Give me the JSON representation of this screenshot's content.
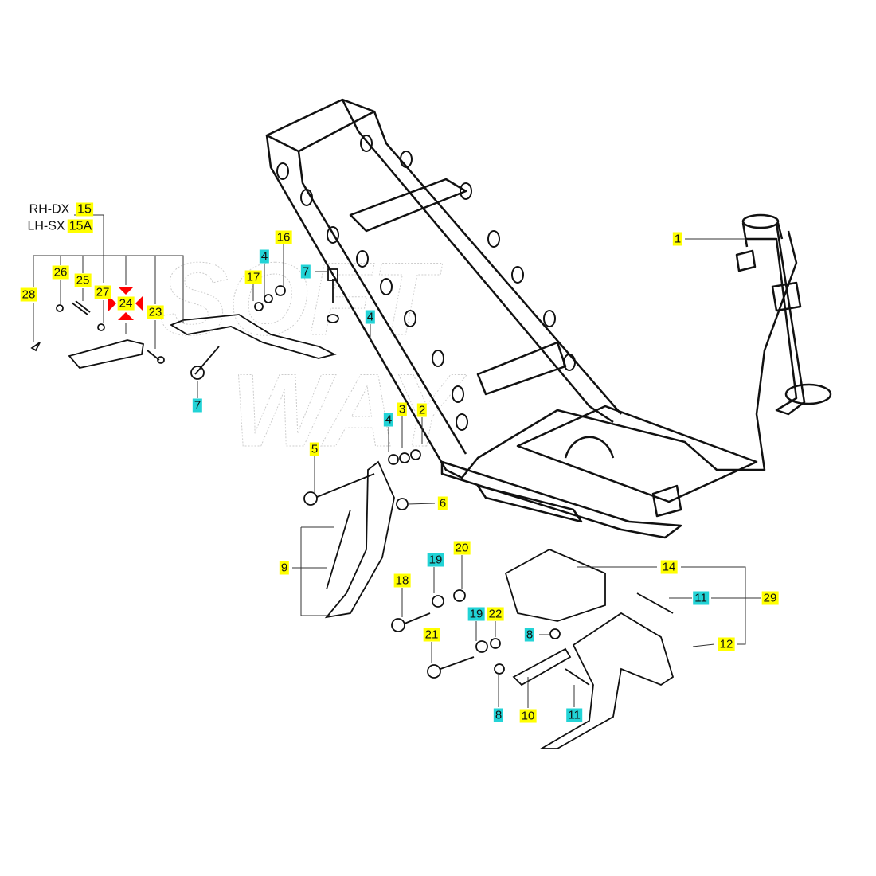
{
  "legend": {
    "rh_text": "RH-DX",
    "rh_code": "15",
    "lh_text": "LH-SX",
    "lh_code": "15A"
  },
  "labels": {
    "p1": "1",
    "p2": "2",
    "p3": "3",
    "p4a": "4",
    "p4b": "4",
    "p4c": "4",
    "p5": "5",
    "p6": "6",
    "p7a": "7",
    "p7b": "7",
    "p8a": "8",
    "p8b": "8",
    "p9": "9",
    "p10": "10",
    "p11a": "11",
    "p11b": "11",
    "p12": "12",
    "p14": "14",
    "p16": "16",
    "p17": "17",
    "p18": "18",
    "p19a": "19",
    "p19b": "19",
    "p20": "20",
    "p21": "21",
    "p22": "22",
    "p23": "23",
    "p24": "24",
    "p25": "25",
    "p26": "26",
    "p27": "27",
    "p28": "28",
    "p29": "29"
  },
  "colors": {
    "yellow_tag": "#ffff00",
    "cyan_tag": "#22d3d6",
    "marker": "#ff0000"
  }
}
